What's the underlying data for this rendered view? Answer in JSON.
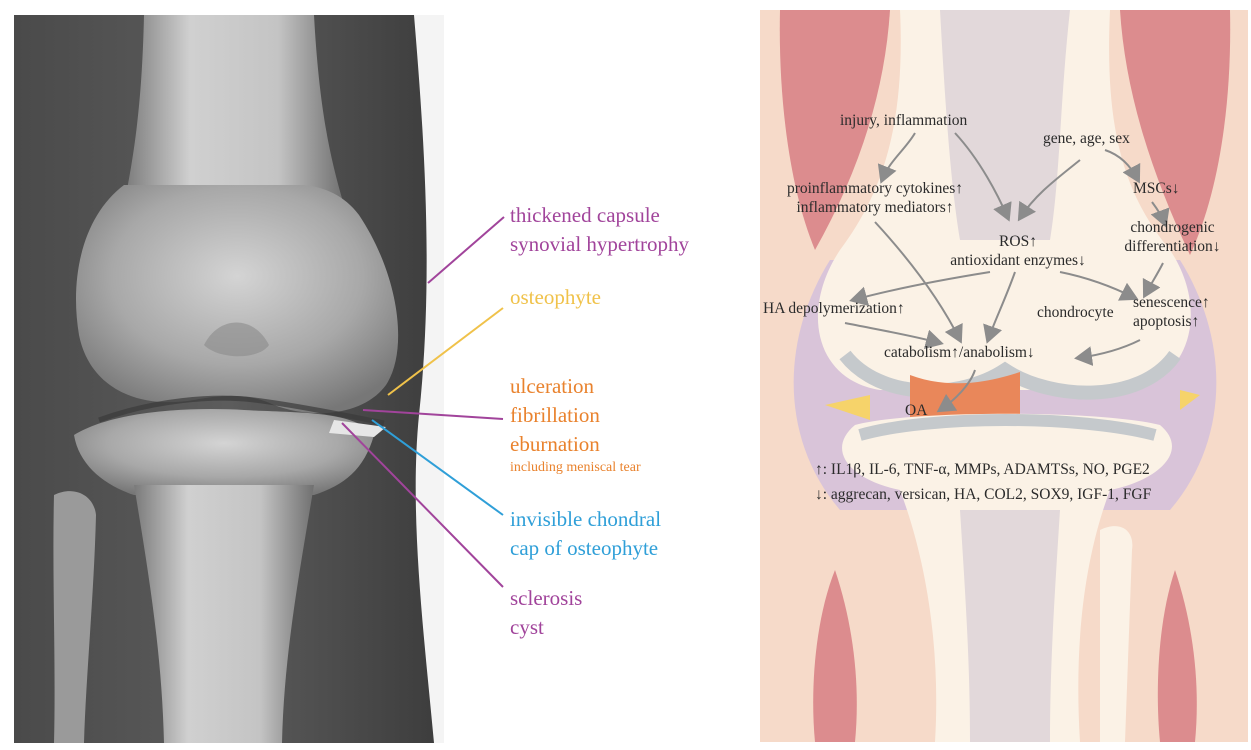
{
  "xray_labels": {
    "capsule": {
      "line1": "thickened capsule",
      "line2": "synovial hypertrophy",
      "color": "#a1449b"
    },
    "osteophyte": {
      "line1": "osteophyte",
      "color": "#f0c24a"
    },
    "cartilage": {
      "line1": "ulceration",
      "line2": "fibrillation",
      "line3": "eburnation",
      "note": "including meniscal tear",
      "color": "#e9822d"
    },
    "chondral_cap": {
      "line1": "invisible chondral",
      "line2": "cap of osteophyte",
      "color": "#2f9fd8"
    },
    "bone": {
      "line1": "sclerosis",
      "line2": "cyst",
      "color": "#a1449b"
    }
  },
  "schematic": {
    "injury": "injury, inflammation",
    "gene": "gene, age, sex",
    "cytokines_1": "proinflammatory cytokines↑",
    "cytokines_2": "inflammatory mediators↑",
    "mscs": "MSCs↓",
    "chondrogenic_1": "chondrogenic",
    "chondrogenic_2": "differentiation↓",
    "ros_1": "ROS↑",
    "ros_2": "antioxidant enzymes↓",
    "ha": "HA depolymerization↑",
    "chondrocyte": "chondrocyte",
    "senescence_1": "senescence↑",
    "senescence_2": "apoptosis↑",
    "catabolism": "catabolism↑/anabolism↓",
    "oa": "OA",
    "legend_up": "↑: IL1β, IL-6, TNF-α, MMPs, ADAMTSs, NO, PGE2",
    "legend_down": "↓: aggrecan, versican, HA, COL2, SOX9, IGF-1, FGF"
  }
}
